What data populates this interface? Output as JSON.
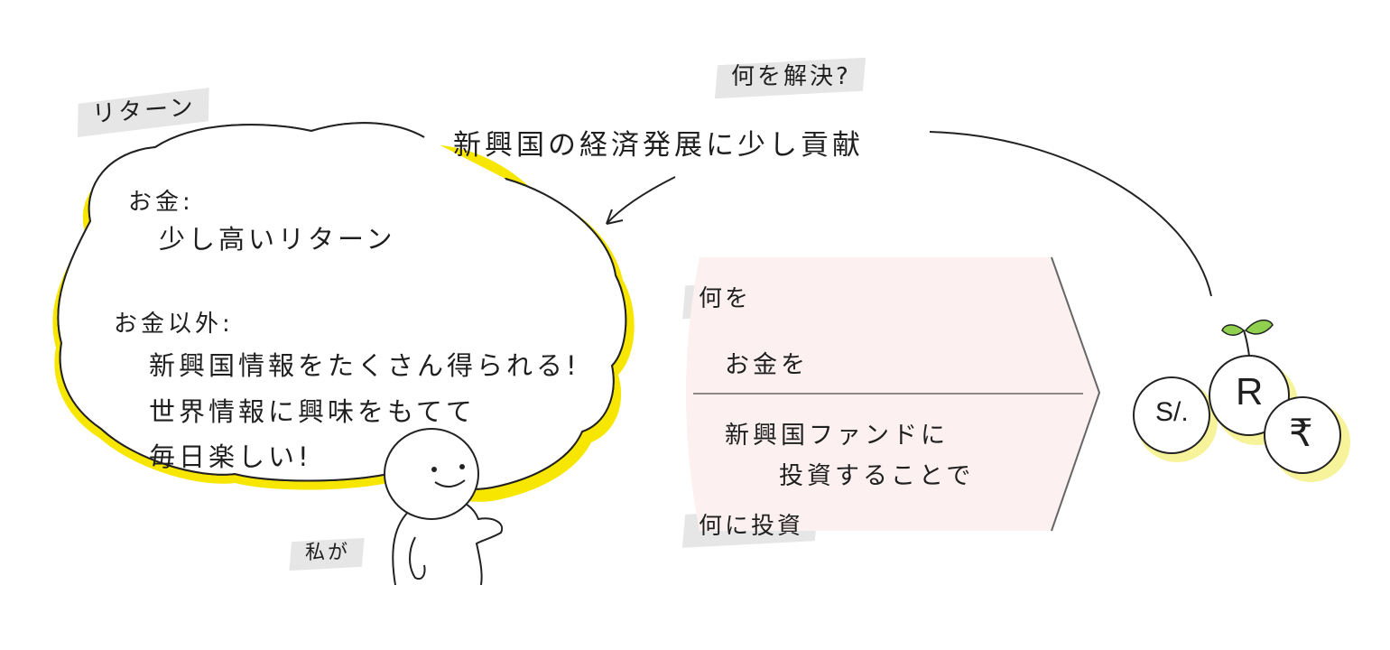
{
  "labels": {
    "nani_kaiketsu": "何を解決?",
    "return": "リターン",
    "nani_wo": "何を",
    "nani_ni_toushi": "何に投資",
    "watashi_ga": "私が"
  },
  "goal": "新興国の経済発展に少し貢献",
  "cloud": {
    "money_heading": "お金:",
    "money_text": "少し高いリターン",
    "non_money_heading": "お金以外:",
    "non_money_lines": [
      "新興国情報をたくさん得られる!",
      "世界情報に興味をもてて",
      "毎日楽しい!"
    ]
  },
  "box": {
    "what": "お金を",
    "where_line1": "新興国ファンドに",
    "where_line2": "投資することで"
  },
  "coins": [
    "S/.",
    "R",
    "₹"
  ],
  "colors": {
    "shadow_yellow": "#f7e600",
    "box_pink": "#fcf0f0",
    "tag_gray": "#e6e6e6",
    "leaf_green": "#8fd14f",
    "coin_shadow": "#f6f39a",
    "ink": "#1f1f1f"
  }
}
